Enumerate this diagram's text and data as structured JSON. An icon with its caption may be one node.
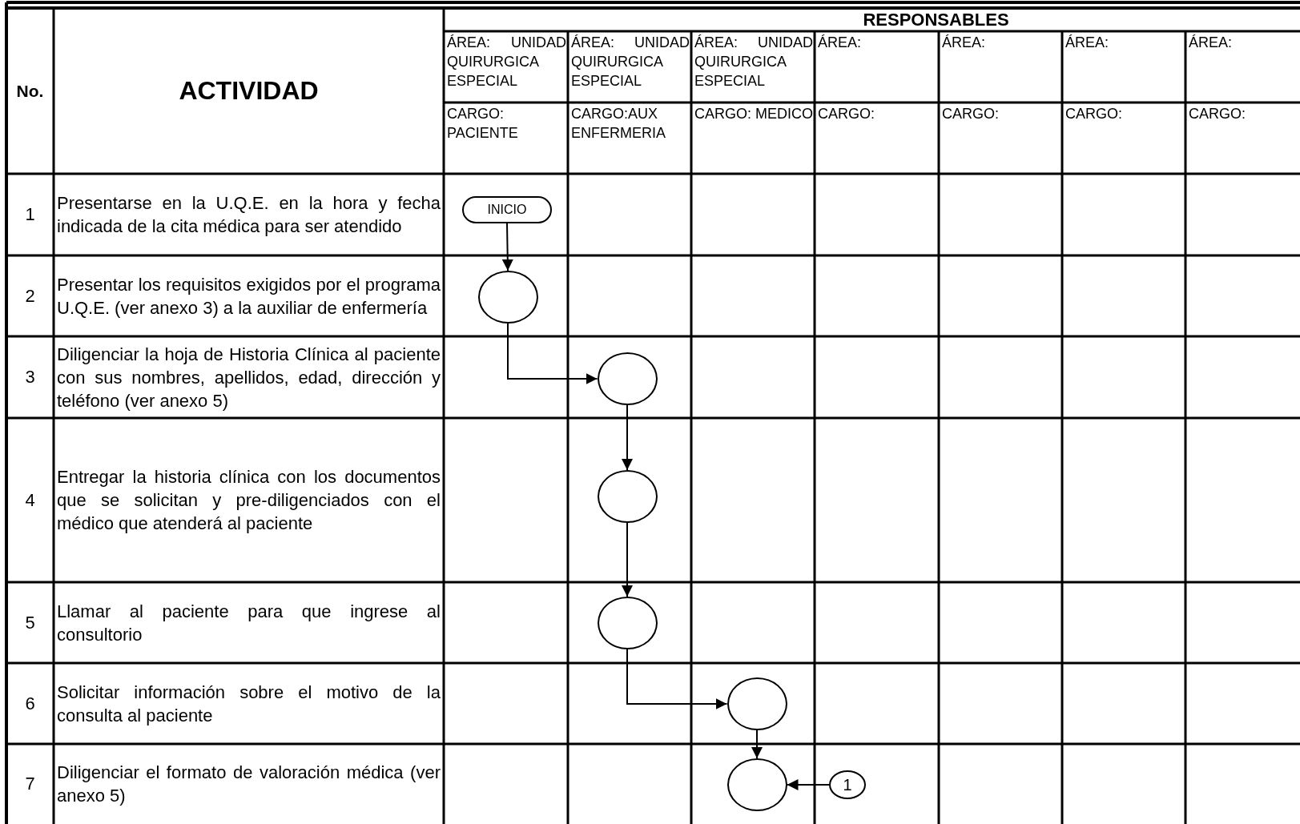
{
  "diagram": {
    "nodes": [
      {
        "text": [
          "INICIO"
        ]
      },
      {
        "text": [],
        "shape": "circle"
      },
      {
        "text": [],
        "shape": "circle"
      },
      {
        "text": [],
        "shape": "circle"
      },
      {
        "text": [],
        "shape": "circle"
      },
      {
        "text": [],
        "shape": "circle"
      },
      {
        "text": [],
        "shape": "circle"
      },
      {
        "text": [
          "1"
        ]
      }
    ],
    "edges": [
      {
        "from": 0,
        "to": 1,
        "arrow": "to"
      },
      {
        "from": 1,
        "to": 2,
        "arrow": "to"
      },
      {
        "from": 2,
        "to": 3,
        "arrow": "to"
      },
      {
        "from": 3,
        "to": 4,
        "arrow": "to"
      },
      {
        "from": 4,
        "to": 5,
        "arrow": "to"
      },
      {
        "from": 5,
        "to": 6,
        "arrow": "to"
      },
      {
        "from": 7,
        "to": 6,
        "arrow": "to"
      }
    ],
    "labels": [
      "No.",
      "ACTIVIDAD",
      "RESPONSABLES",
      "ÁREA: UNIDAD QUIRURGICA ESPECIAL",
      "ÁREA: UNIDAD QUIRURGICA ESPECIAL",
      "ÁREA: UNIDAD QUIRURGICA ESPECIAL",
      "ÁREA:",
      "ÁREA:",
      "ÁREA:",
      "ÁREA:",
      "CARGO: PACIENTE",
      "CARGO:AUX ENFERMERIA",
      "CARGO: MEDICO",
      "CARGO:",
      "CARGO:",
      "CARGO:",
      "CARGO:",
      "1",
      "Presentarse en la U.Q.E. en la hora y fecha indicada de la cita médica para ser atendido",
      "2",
      "Presentar los requisitos exigidos por el programa U.Q.E. (ver anexo 3) a la auxiliar de enfermería",
      "3",
      "Diligenciar la hoja  de Historia Clínica al paciente con sus nombres, apellidos, edad, dirección y teléfono (ver anexo 5)",
      "4",
      "Entregar la historia clínica con los documentos que se solicitan y pre-diligenciados con el médico que atenderá al paciente",
      "5",
      "Llamar al paciente para que ingrese al consultorio",
      "6",
      "Solicitar información sobre el motivo de la consulta al paciente",
      "7",
      "Diligenciar el formato de valoración médica (ver anexo 5)"
    ]
  }
}
